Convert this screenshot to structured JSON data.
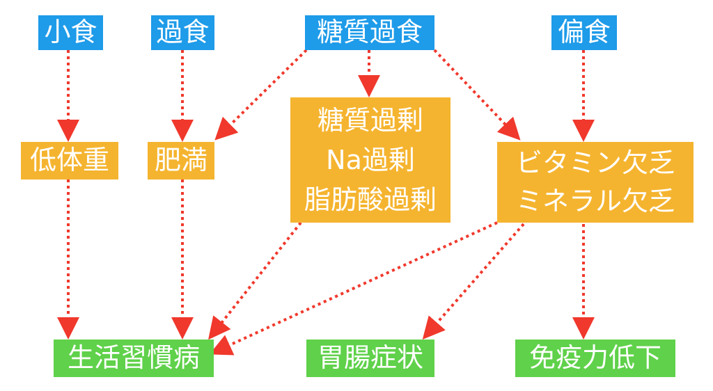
{
  "colors": {
    "cause": "#1e9be9",
    "intermediate": "#f5b42f",
    "outcome": "#5fd14a",
    "arrow": "#f0382c"
  },
  "causes": {
    "shoshoku": "小食",
    "kashoku": "過食",
    "toshitsu_kashoku": "糖質過食",
    "henshoku": "偏食"
  },
  "intermediates": {
    "teitaiju": "低体重",
    "himan": "肥満",
    "excess_lines": [
      "糖質過剰",
      "Na過剰",
      "脂肪酸過剰"
    ],
    "deficiency_lines": [
      "ビタミン欠乏",
      "ミネラル欠乏"
    ]
  },
  "outcomes": {
    "seikatsu_shukanbyo": "生活習慣病",
    "ichou_shojo": "胃腸症状",
    "menekiryoku_teika": "免疫力低下"
  }
}
